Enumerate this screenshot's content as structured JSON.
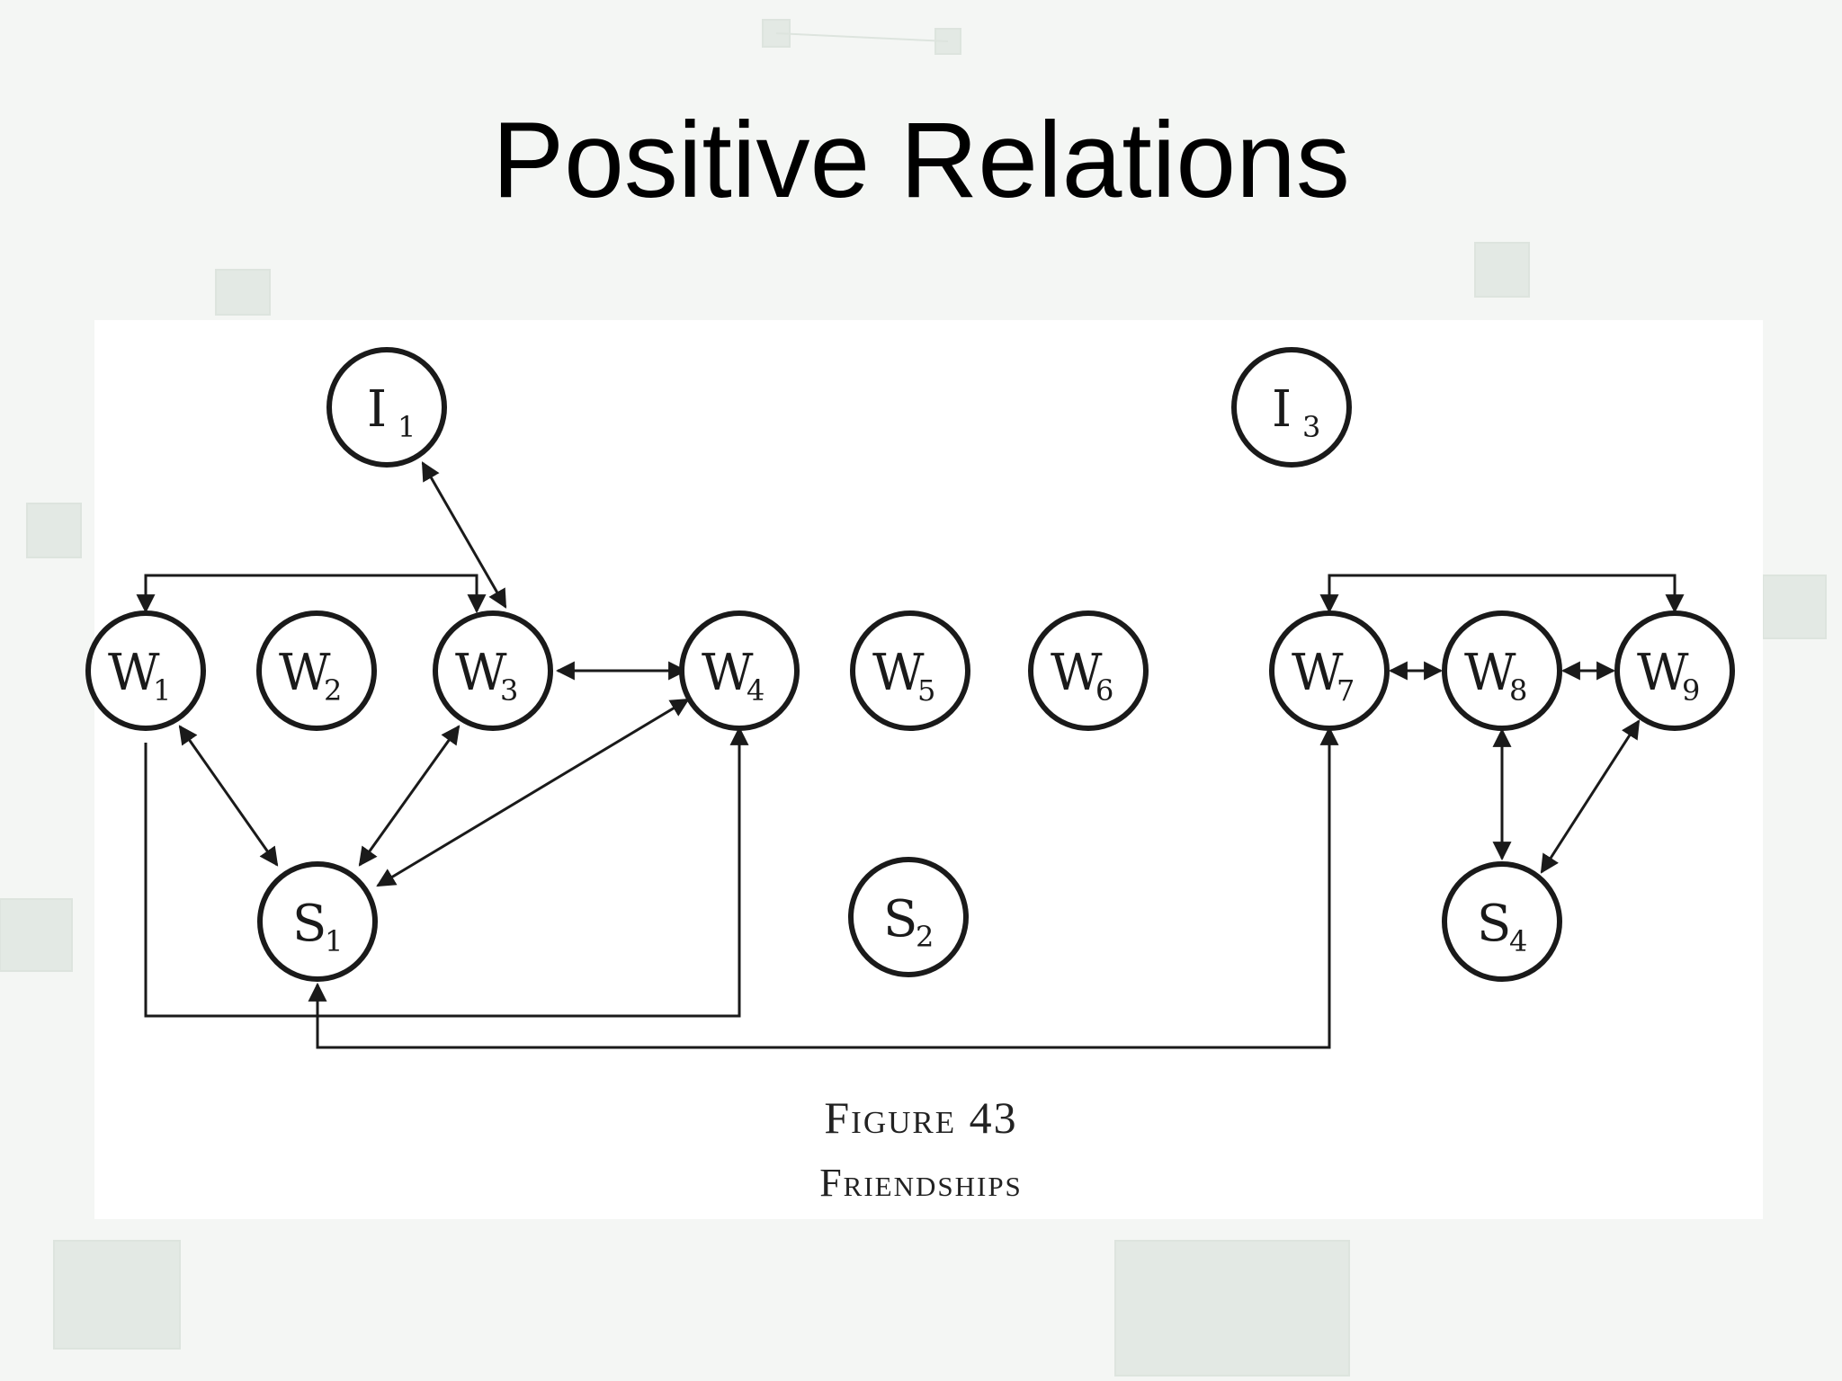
{
  "slide": {
    "title": "Positive Relations"
  },
  "figure": {
    "number_label": "Figure 43",
    "title": "Friendships"
  },
  "nodes": [
    {
      "id": "I1",
      "letter": "I",
      "sub": "1"
    },
    {
      "id": "I3",
      "letter": "I",
      "sub": "3"
    },
    {
      "id": "W1",
      "letter": "W",
      "sub": "1"
    },
    {
      "id": "W2",
      "letter": "W",
      "sub": "2"
    },
    {
      "id": "W3",
      "letter": "W",
      "sub": "3"
    },
    {
      "id": "W4",
      "letter": "W",
      "sub": "4"
    },
    {
      "id": "W5",
      "letter": "W",
      "sub": "5"
    },
    {
      "id": "W6",
      "letter": "W",
      "sub": "6"
    },
    {
      "id": "W7",
      "letter": "W",
      "sub": "7"
    },
    {
      "id": "W8",
      "letter": "W",
      "sub": "8"
    },
    {
      "id": "W9",
      "letter": "W",
      "sub": "9"
    },
    {
      "id": "S1",
      "letter": "S",
      "sub": "1"
    },
    {
      "id": "S2",
      "letter": "S",
      "sub": "2"
    },
    {
      "id": "S4",
      "letter": "S",
      "sub": "4"
    }
  ],
  "edges": [
    {
      "from": "I1",
      "to": "W3",
      "mutual": true
    },
    {
      "from": "W1",
      "to": "W3",
      "mutual": true
    },
    {
      "from": "W3",
      "to": "W4",
      "mutual": true
    },
    {
      "from": "W1",
      "to": "S1",
      "mutual": true
    },
    {
      "from": "W3",
      "to": "S1",
      "mutual": true
    },
    {
      "from": "W4",
      "to": "S1",
      "mutual": true
    },
    {
      "from": "W1",
      "to": "W4",
      "mutual": false
    },
    {
      "from": "S1",
      "to": "W7",
      "mutual": true
    },
    {
      "from": "W7",
      "to": "W9",
      "mutual": true
    },
    {
      "from": "W7",
      "to": "W8",
      "mutual": true
    },
    {
      "from": "W8",
      "to": "W9",
      "mutual": true
    },
    {
      "from": "W8",
      "to": "S4",
      "mutual": true
    },
    {
      "from": "W9",
      "to": "S4",
      "mutual": true
    }
  ]
}
